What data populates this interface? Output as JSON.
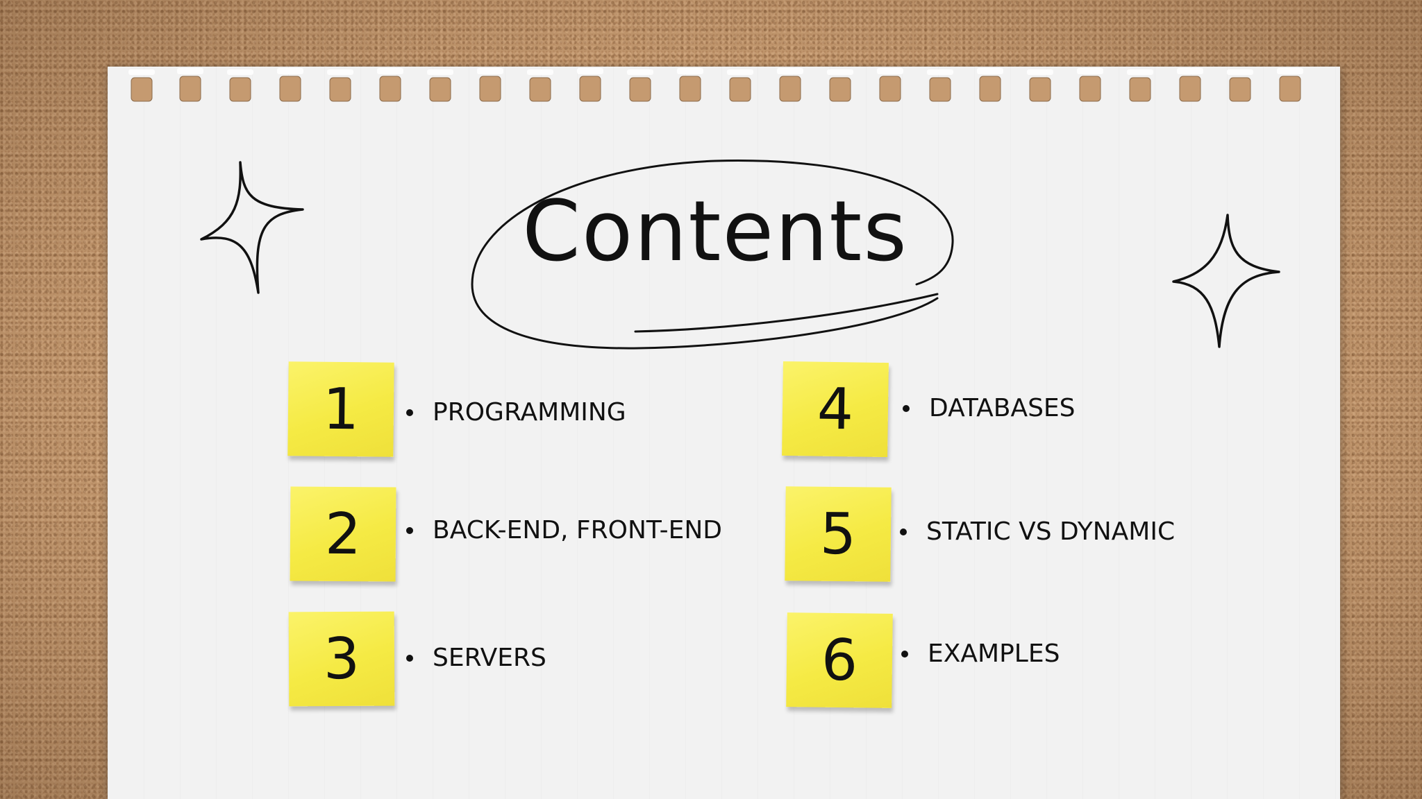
{
  "title": "Contents",
  "colors": {
    "corkboard": "#c59a70",
    "paper": "#f2f2f2",
    "sticky_note": "#f5ea44",
    "ink": "#111111"
  },
  "items": [
    {
      "number": "1",
      "label": "PROGRAMMING"
    },
    {
      "number": "2",
      "label": "BACK-END, FRONT-END"
    },
    {
      "number": "3",
      "label": "SERVERS"
    },
    {
      "number": "4",
      "label": "DATABASES"
    },
    {
      "number": "5",
      "label": "STATIC VS DYNAMIC"
    },
    {
      "number": "6",
      "label": "EXAMPLES"
    }
  ],
  "icons": [
    "sparkle-icon",
    "sparkle-icon"
  ]
}
